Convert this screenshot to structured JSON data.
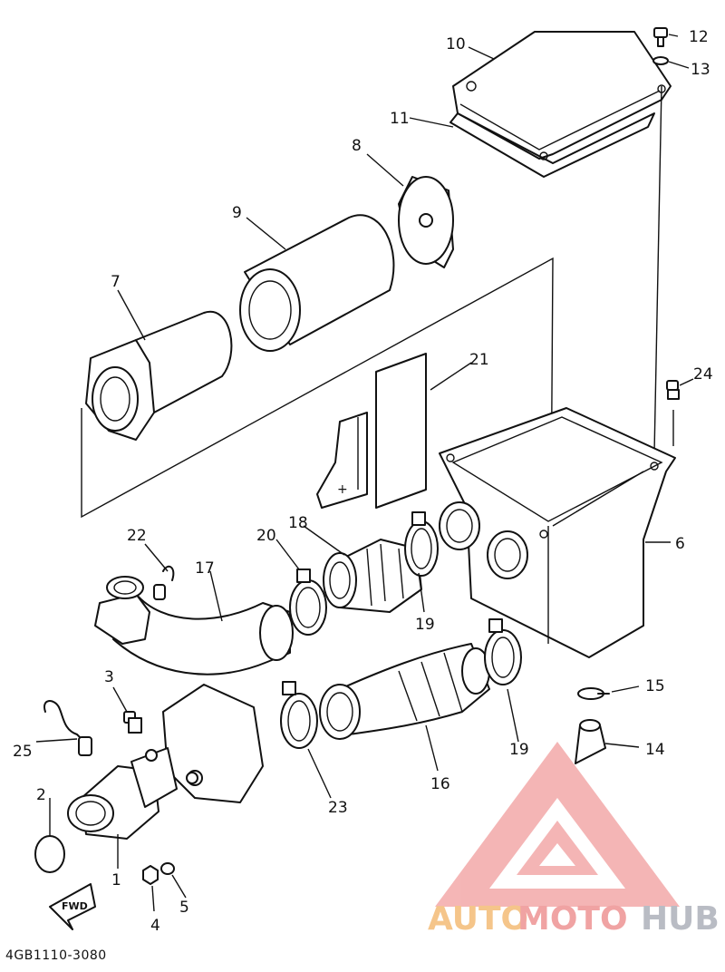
{
  "diagram": {
    "code": "4GB1110-3080",
    "fwd": "FWD",
    "labels": {
      "l1": "1",
      "l2": "2",
      "l3": "3",
      "l4": "4",
      "l5": "5",
      "l6": "6",
      "l7": "7",
      "l8": "8",
      "l9": "9",
      "l10": "10",
      "l11": "11",
      "l12": "12",
      "l13": "13",
      "l14": "14",
      "l15": "15",
      "l16": "16",
      "l17": "17",
      "l18": "18",
      "l19a": "19",
      "l19b": "19",
      "l20": "20",
      "l21": "21",
      "l22": "22",
      "l23": "23",
      "l24": "24",
      "l25": "25"
    }
  },
  "watermark": {
    "part1": "AUTO",
    "part2": "MOTO",
    "part3": "HUB",
    "colors": {
      "triangle": "#f08f8f",
      "auto": "#f5c58a",
      "moto": "#f0a3a3",
      "hub": "#b9bcc4"
    }
  }
}
